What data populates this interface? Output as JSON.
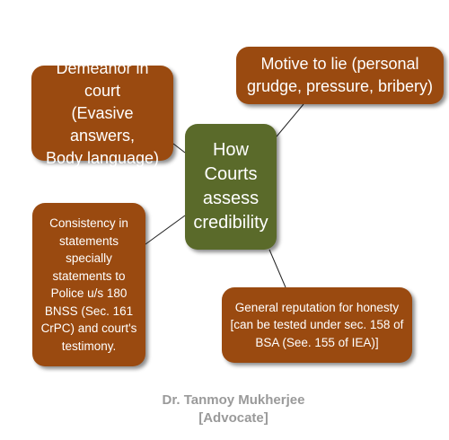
{
  "diagram": {
    "center": {
      "text": "How\nCourts\nassess\ncredibility"
    },
    "nodes": {
      "demeanor": {
        "text": "Demeanor in court\n(Evasive answers,\nBody language)"
      },
      "motive": {
        "text": "Motive to lie (personal\ngrudge, pressure, bribery)"
      },
      "consistency": {
        "text": "Consistency in\nstatements\nspecially\nstatements to\nPolice u/s 180\nBNSS (Sec. 161\nCrPC) and court's\ntestimony."
      },
      "reputation": {
        "text": "General reputation for honesty\n[can be tested under sec. 158 of\nBSA (See. 155 of IEA)]"
      }
    },
    "colors": {
      "center_fill": "#5a6a2a",
      "node_fill": "#9a4a10",
      "text": "#ffffff",
      "connector": "#222222",
      "author_text": "#9a9a9a"
    }
  },
  "author": {
    "name": "Dr. Tanmoy Mukherjee",
    "title": "[Advocate]"
  }
}
